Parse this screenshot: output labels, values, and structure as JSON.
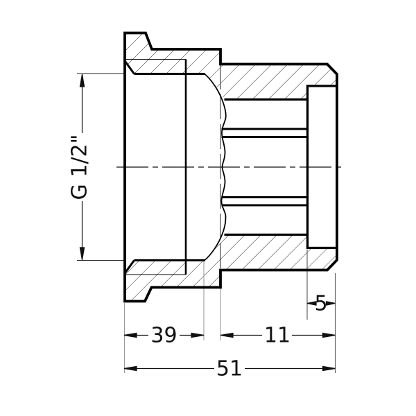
{
  "drawing": {
    "thread_label": "G 1/2\"",
    "dimensions": {
      "thread_length": "39",
      "socket_length": "11",
      "recess_depth": "5",
      "overall_length": "51"
    }
  }
}
